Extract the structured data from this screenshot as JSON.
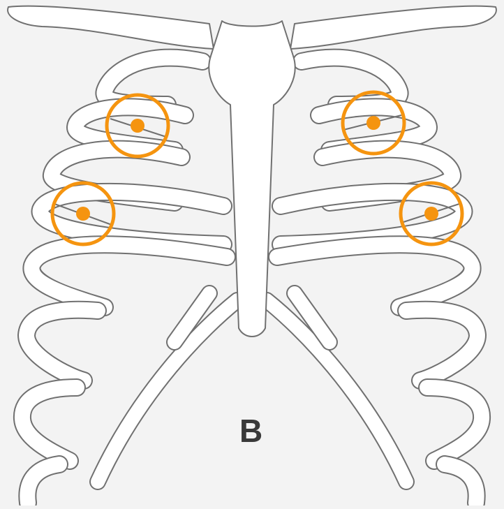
{
  "figure": {
    "panel_label": "B",
    "subject": "rib-cage-anterior-view",
    "colors": {
      "background": "#f3f3f3",
      "bone": "#ffffff",
      "outline": "#707070",
      "marker": "#f5940f"
    },
    "markers": [
      {
        "name": "marker-upper-right-of-image",
        "side": "patient-right",
        "level": "upper"
      },
      {
        "name": "marker-upper-left-of-image",
        "side": "patient-left",
        "level": "upper"
      },
      {
        "name": "marker-lower-right-of-image",
        "side": "patient-right",
        "level": "lower"
      },
      {
        "name": "marker-lower-left-of-image",
        "side": "patient-left",
        "level": "lower"
      }
    ]
  }
}
